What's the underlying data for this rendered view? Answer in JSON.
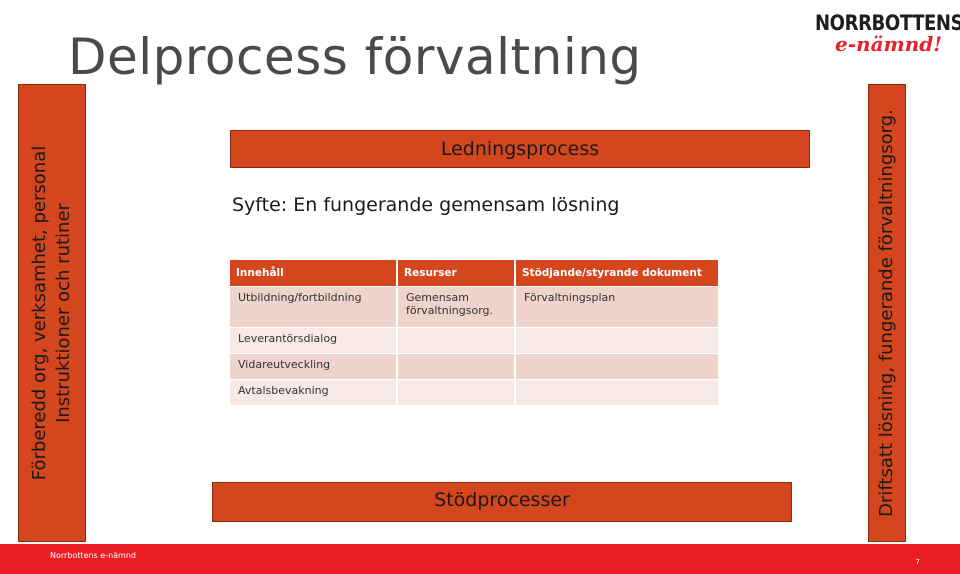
{
  "slide": {
    "title": "Delprocess förvaltning",
    "logo": {
      "line1": "NORRBOTTENS",
      "line2": "e-nämnd!"
    },
    "left_bar": {
      "line1": "Förberedd org, verksamhet, personal",
      "line2": "Instruktioner och rutiner"
    },
    "right_bar": {
      "text": "Driftsatt lösning, fungerande förvaltningsorg."
    },
    "top_bar": "Ledningsprocess",
    "purpose": "Syfte: En fungerande gemensam lösning",
    "bottom_bar": "Stödprocesser",
    "table": {
      "headers": [
        "Innehåll",
        "Resurser",
        "Stödjande/styrande dokument"
      ],
      "rows": [
        [
          "Utbildning/fortbildning",
          "Gemensam förvaltningsorg.",
          "Förvaltningsplan"
        ],
        [
          "Leverantörsdialog",
          "",
          ""
        ],
        [
          "Vidareutveckling",
          "",
          ""
        ],
        [
          "Avtalsbevakning",
          "",
          ""
        ]
      ]
    },
    "footer": {
      "left": "Norrbottens e-nämnd",
      "page": "7"
    },
    "colors": {
      "bar": "#d4461d",
      "footer": "#ec1c24",
      "logo_accent": "#e8202a"
    }
  }
}
